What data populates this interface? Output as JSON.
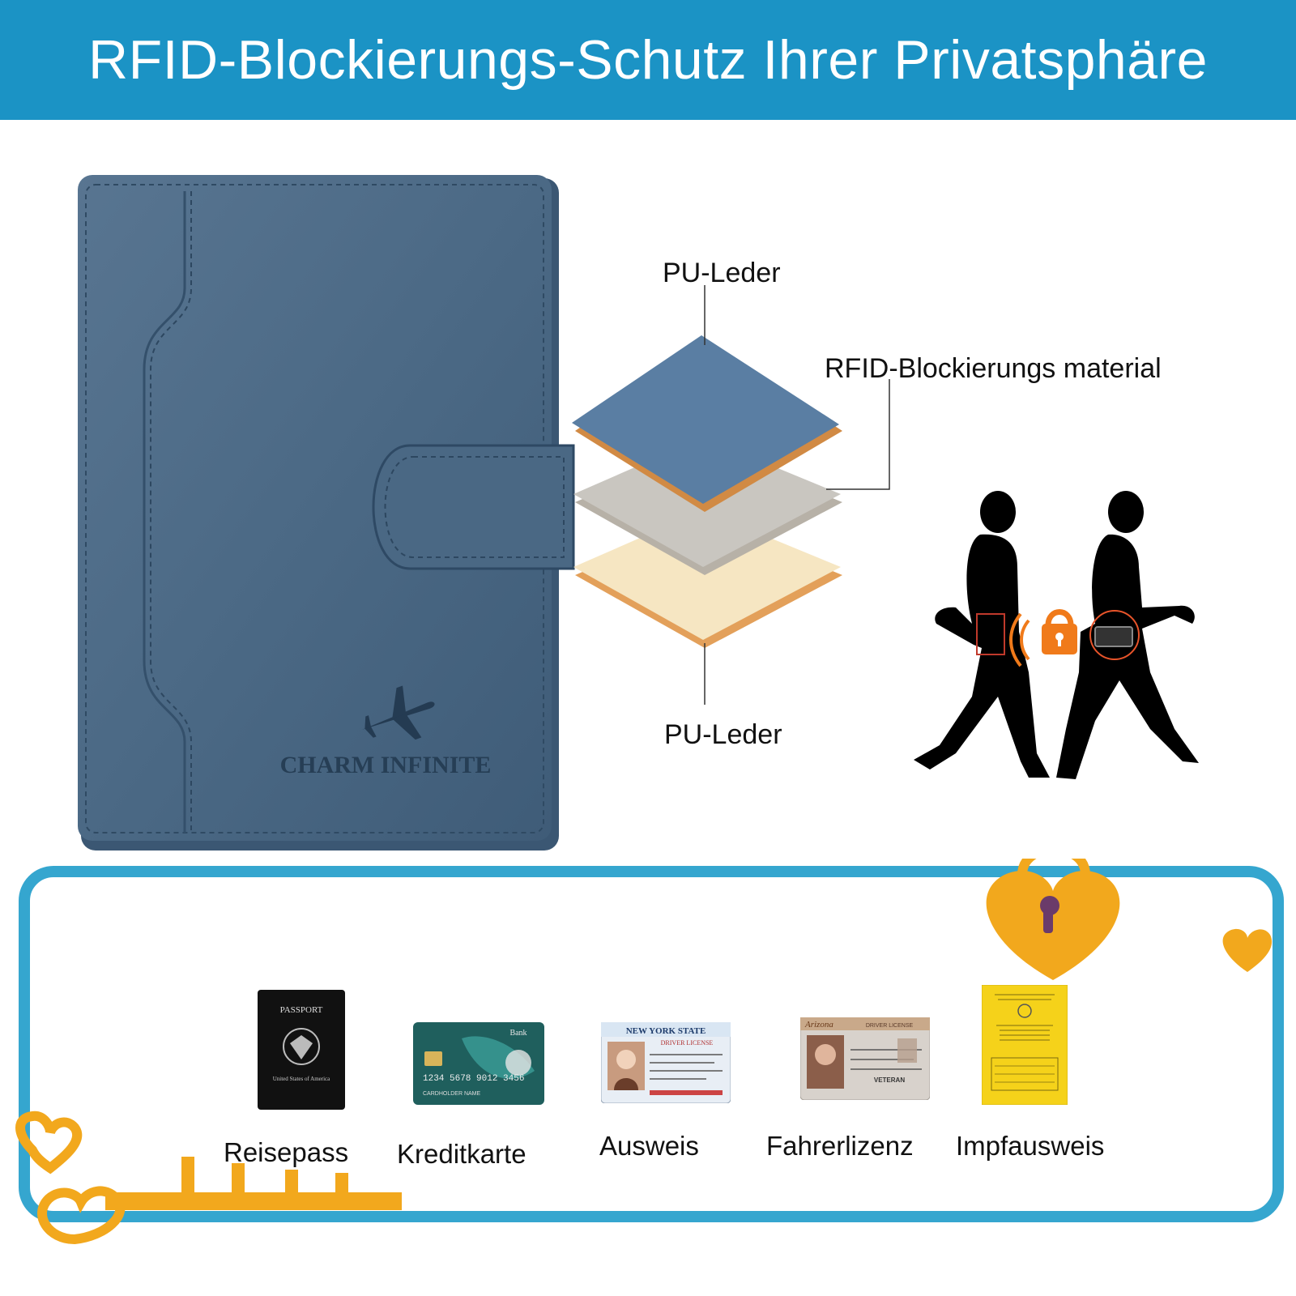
{
  "banner": {
    "title": "RFID-Blockierungs-Schutz Ihrer Privatsphäre"
  },
  "wallet": {
    "brand": "CHARM INFINITE",
    "icon": "airplane-icon"
  },
  "layers": {
    "top_label": "PU-Leder",
    "middle_label": "RFID-Blockierungs material",
    "bottom_label": "PU-Leder"
  },
  "documents": [
    {
      "label": "Reisepass",
      "icon": "passport-icon",
      "image_text": [
        "PASSPORT",
        "United States of America"
      ]
    },
    {
      "label": "Kreditkarte",
      "icon": "credit-card-icon",
      "image_text": [
        "Bank",
        "1234 5678 9012 3456",
        "CARDHOLDER NAME"
      ]
    },
    {
      "label": "Ausweis",
      "icon": "id-card-icon",
      "image_text": [
        "NEW YORK STATE",
        "DRIVER LICENSE"
      ]
    },
    {
      "label": "Fahrerlizenz",
      "icon": "driver-license-icon",
      "image_text": [
        "Arizona",
        "DRIVER LICENSE",
        "VETERAN"
      ]
    },
    {
      "label": "Impfausweis",
      "icon": "vaccination-card-icon"
    }
  ],
  "colors": {
    "banner": "#1b93c5",
    "wallet": "#4d6b87",
    "frame": "#35a6cf",
    "gold": "#f2a81d"
  }
}
